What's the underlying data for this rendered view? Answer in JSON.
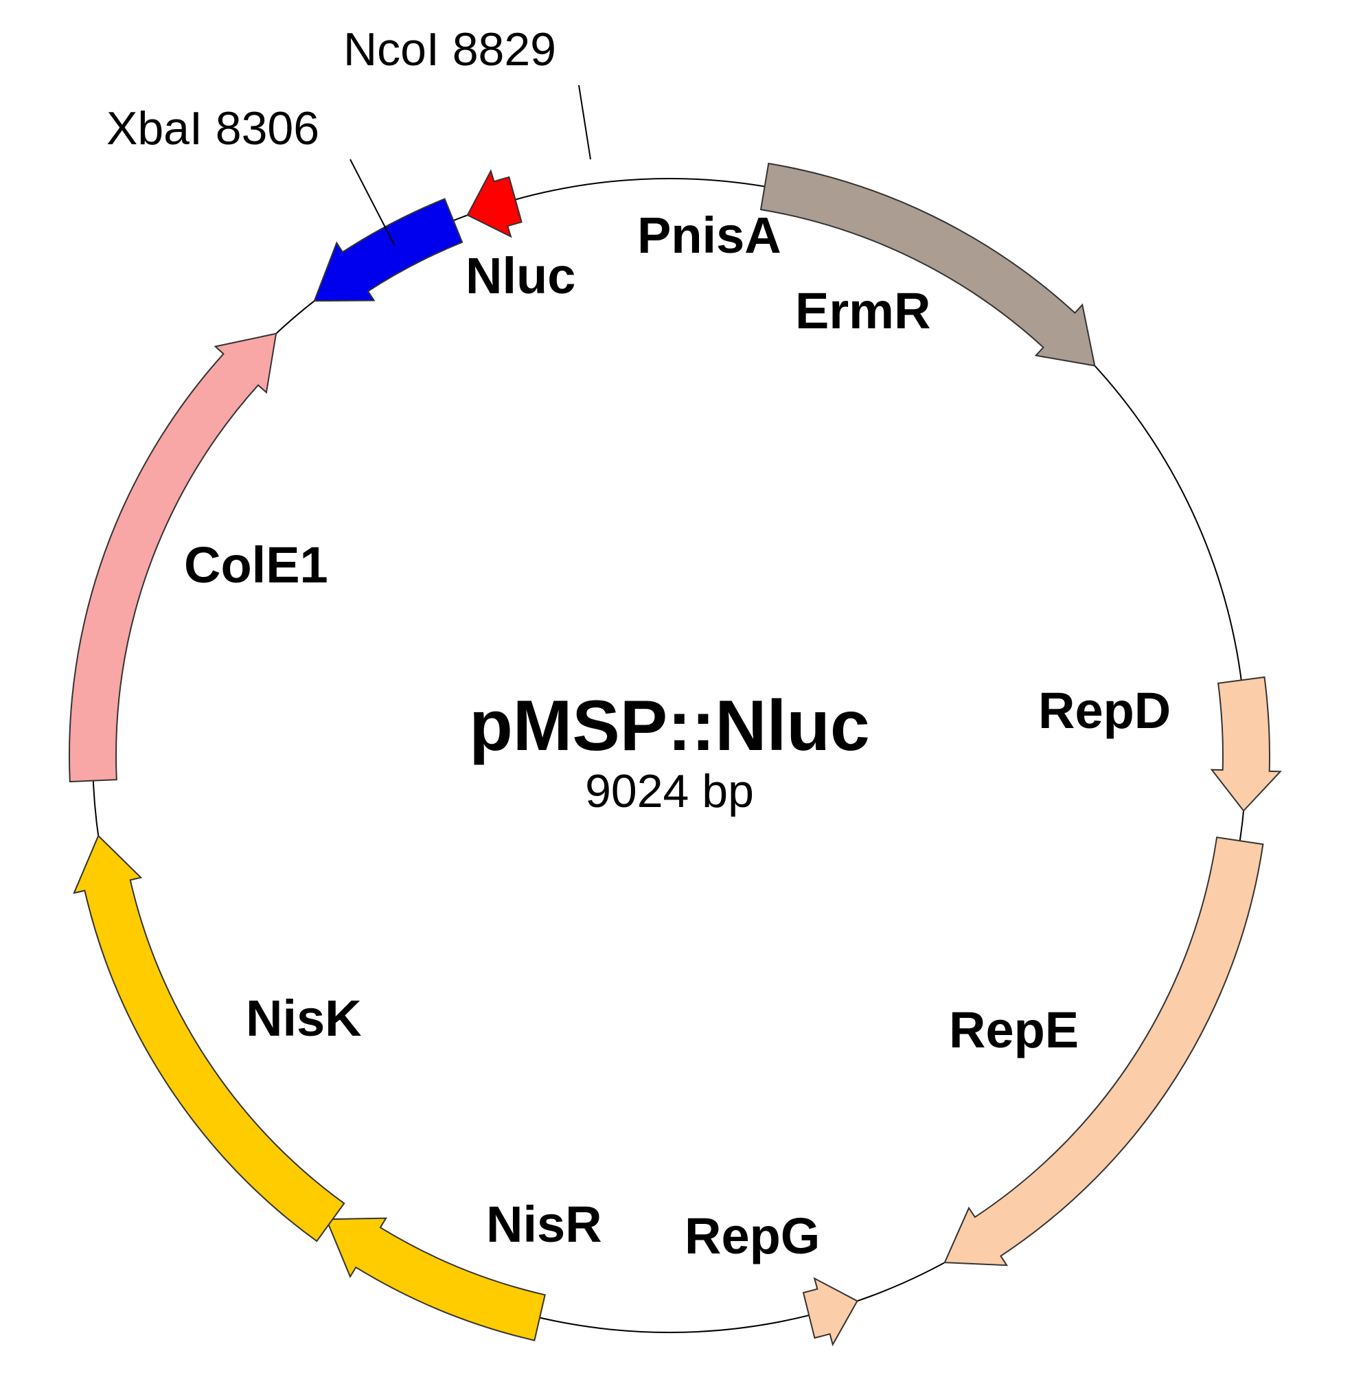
{
  "plasmid": {
    "name": "pMSP::Nluc",
    "size": "9024 bp"
  },
  "features": [
    {
      "name": "Nluc",
      "color": "#0000ee"
    },
    {
      "name": "PnisA",
      "color": "#ff0000"
    },
    {
      "name": "ErmR",
      "color": "#ab9d91"
    },
    {
      "name": "RepD",
      "color": "#fbcda8"
    },
    {
      "name": "RepE",
      "color": "#fbcda8"
    },
    {
      "name": "RepG",
      "color": "#fbcda8"
    },
    {
      "name": "NisR",
      "color": "#ffcc00"
    },
    {
      "name": "NisK",
      "color": "#ffcc00"
    },
    {
      "name": "ColE1",
      "color": "#f8a6a6"
    }
  ],
  "sites": [
    {
      "label": "NcoI 8829"
    },
    {
      "label": "XbaI 8306"
    }
  ]
}
